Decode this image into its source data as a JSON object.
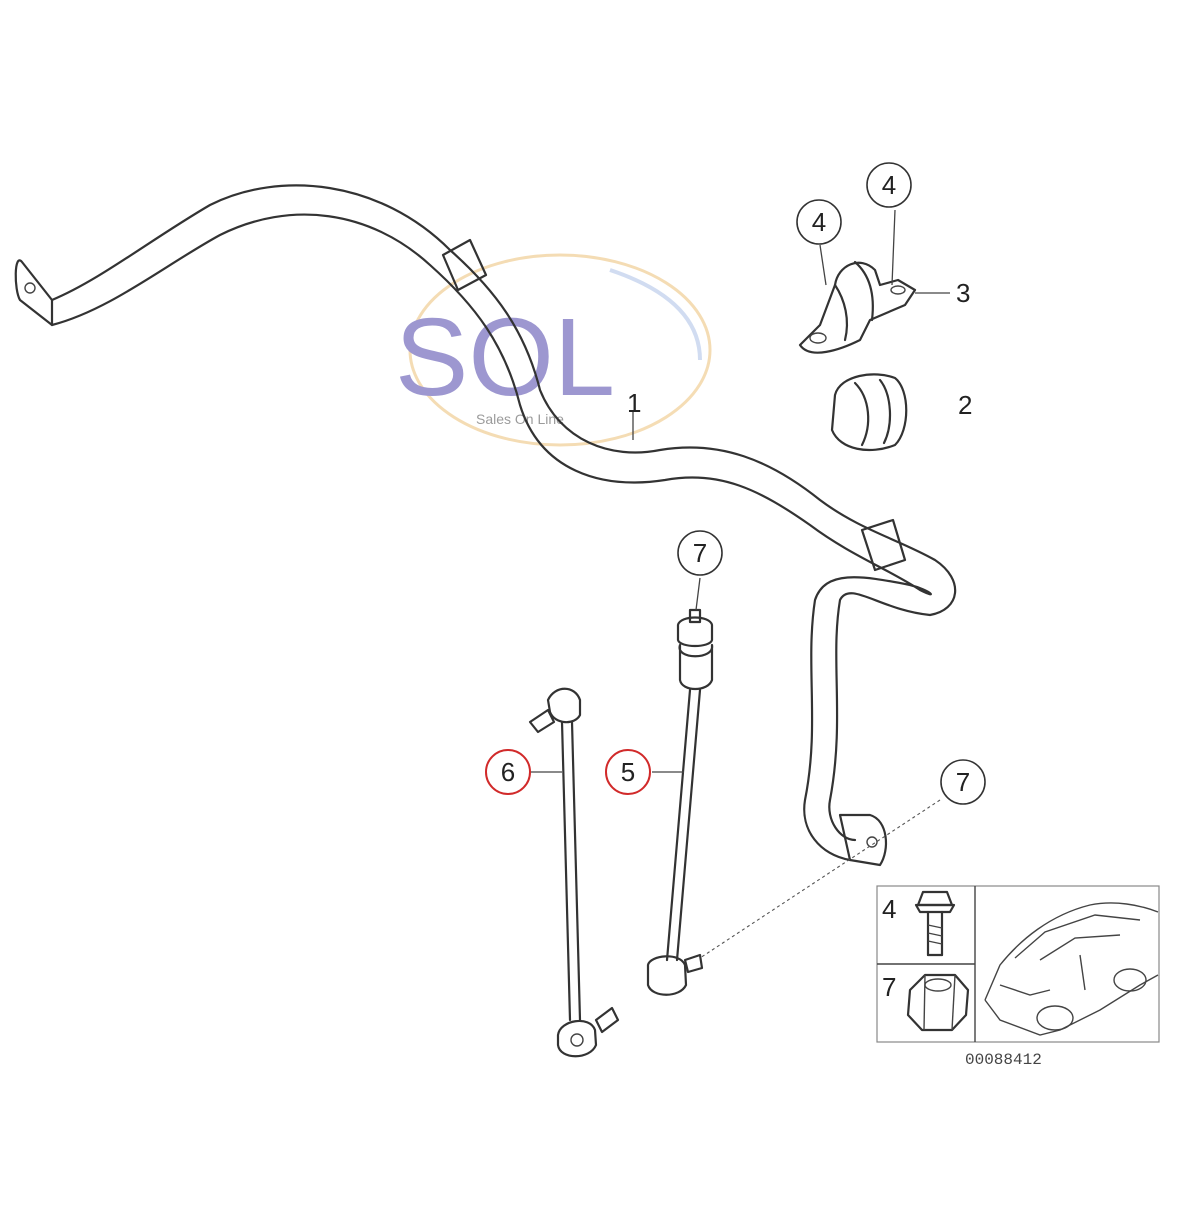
{
  "callouts": {
    "c1": "1",
    "c2": "2",
    "c3": "3",
    "c4a": "4",
    "c4b": "4",
    "c5": "5",
    "c6": "6",
    "c7a": "7",
    "c7b": "7"
  },
  "watermark": {
    "logo": "SOL",
    "tagline": "Sales On Line"
  },
  "inset": {
    "row1_label": "4",
    "row2_label": "7",
    "reference_number": "00088412"
  },
  "colors": {
    "line": "#333333",
    "highlight_circle": "#d12a2a",
    "watermark_purple": "#8c86c8"
  }
}
